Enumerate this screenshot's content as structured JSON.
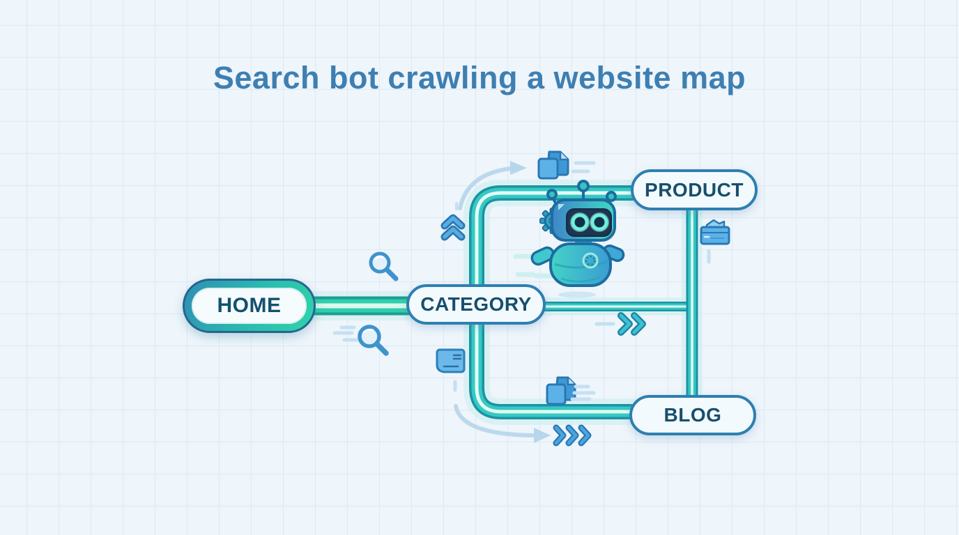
{
  "title": "Search bot crawling a website map",
  "diagram": {
    "nodes": [
      {
        "id": "home",
        "label": "HOME",
        "style": "highlighted-teal-gradient-ring"
      },
      {
        "id": "category",
        "label": "CATEGORY",
        "style": "blue-outline"
      },
      {
        "id": "product",
        "label": "PRODUCT",
        "style": "blue-outline"
      },
      {
        "id": "blog",
        "label": "BLOG",
        "style": "blue-outline"
      }
    ],
    "edges": [
      {
        "from": "home",
        "to": "category"
      },
      {
        "from": "category",
        "to": "product",
        "shape": "up-then-right"
      },
      {
        "from": "category",
        "to": "blog",
        "shape": "down-then-right"
      },
      {
        "from": "category",
        "to": "product-blog-rail",
        "shape": "straight-right"
      },
      {
        "from": "product",
        "to": "blog",
        "shape": "vertical-rail"
      }
    ],
    "decorations": {
      "mascot": "search-bot-robot",
      "icons": [
        "magnifying-glass-icon (above HOME–CATEGORY link)",
        "magnifying-glass-icon with speed lines (below HOME–CATEGORY link)",
        "documents-icon with motion dashes (top, crawl target)",
        "documents-icon with motion dashes (above BLOG link)",
        "note-page-icon (left of CATEGORY–BLOG branch)",
        "folder-icon (right of PRODUCT rail)",
        "double-chevron-up-icon",
        "double-chevron-right-icon",
        "triple-chevron-right-icon",
        "curved-arrow (toward top documents)",
        "curved-arrow (toward triple chevrons)"
      ]
    },
    "colors": {
      "background": "#eef5fb",
      "grid_line": "#dde9f2",
      "title_text": "#3e7fb2",
      "edge_outline": "#1b93a3",
      "edge_fill": "#36c9c3",
      "edge_core": "#e3fbf6",
      "home_ring_start": "#2f8fb4",
      "home_ring_end": "#2fd3ab",
      "node_border": "#2e7fb0",
      "node_text": "#174f6d",
      "icon_blue": "#4aa6dc",
      "icon_outline": "#2a77b4",
      "chevron_teal": "#3cc0d6",
      "arrow_light_blue": "#bcd8ec"
    }
  }
}
